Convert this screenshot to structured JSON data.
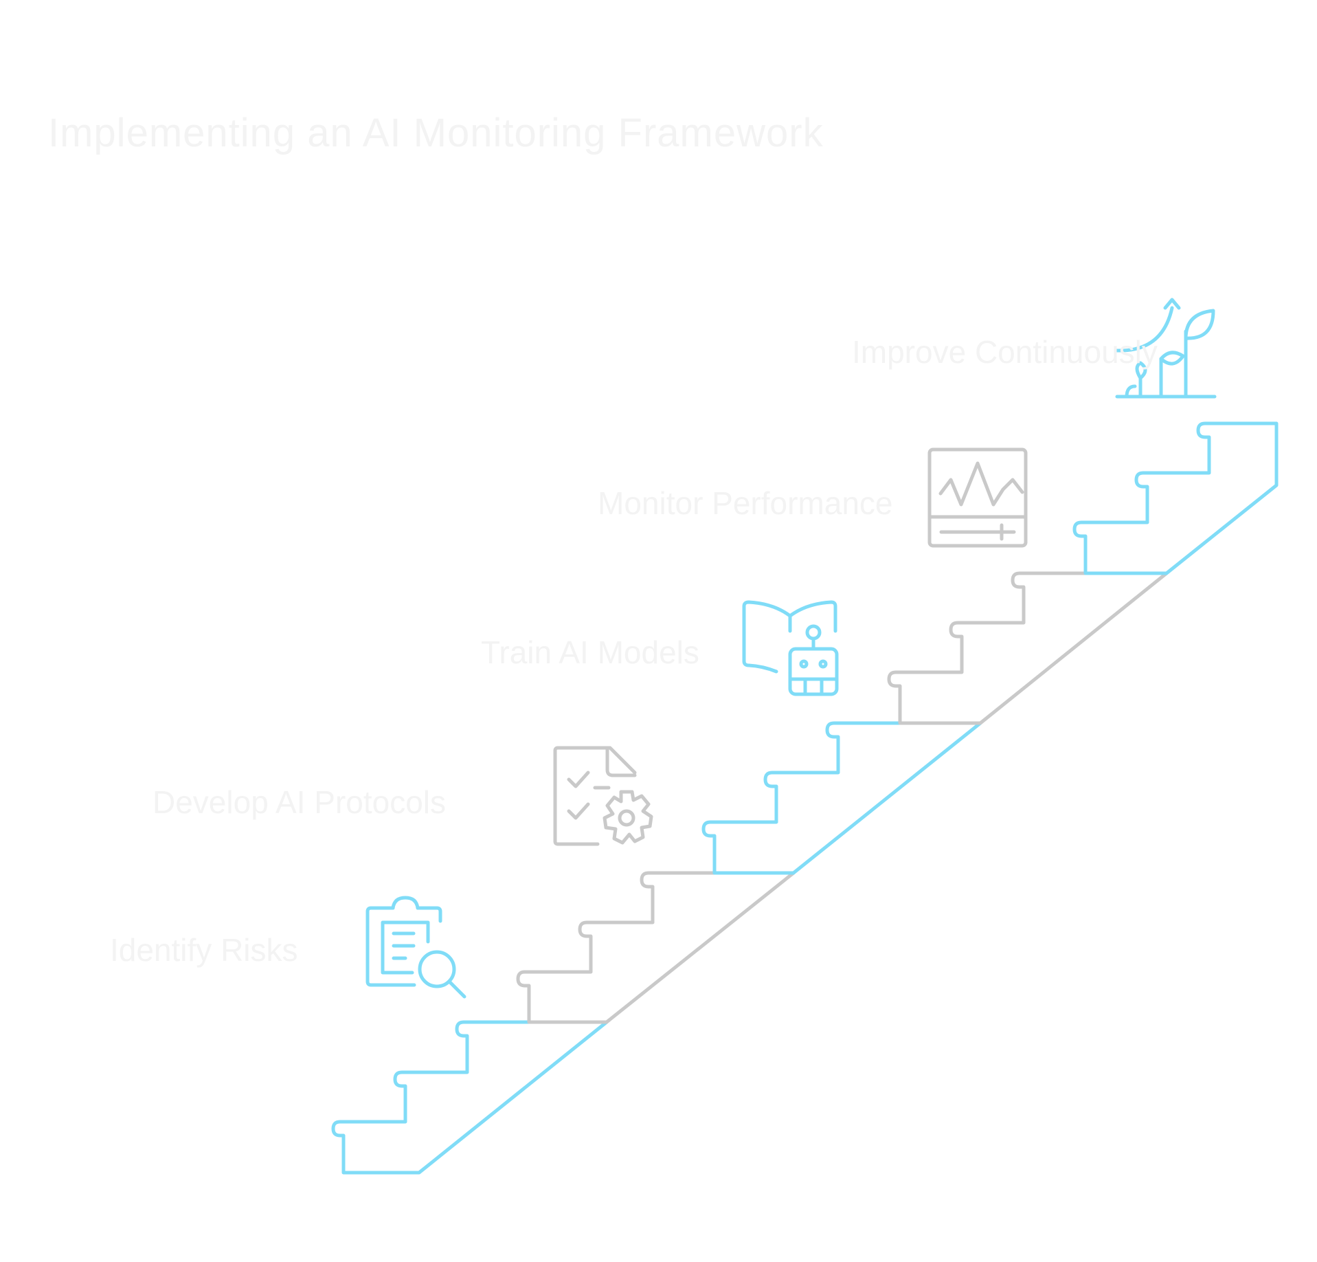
{
  "title": "Implementing an AI Monitoring Framework",
  "colors": {
    "blue": "#80dcf7",
    "gray": "#c9c9c9",
    "text": "#f3f3f3"
  },
  "steps": [
    {
      "label": "Identify Risks",
      "icon": "clipboard-search-icon",
      "color": "blue"
    },
    {
      "label": "Develop AI Protocols",
      "icon": "document-gear-icon",
      "color": "gray"
    },
    {
      "label": "Train AI Models",
      "icon": "book-robot-icon",
      "color": "blue"
    },
    {
      "label": "Monitor Performance",
      "icon": "monitor-waveform-icon",
      "color": "gray"
    },
    {
      "label": "Improve Continuously",
      "icon": "plant-growth-icon",
      "color": "blue"
    }
  ]
}
